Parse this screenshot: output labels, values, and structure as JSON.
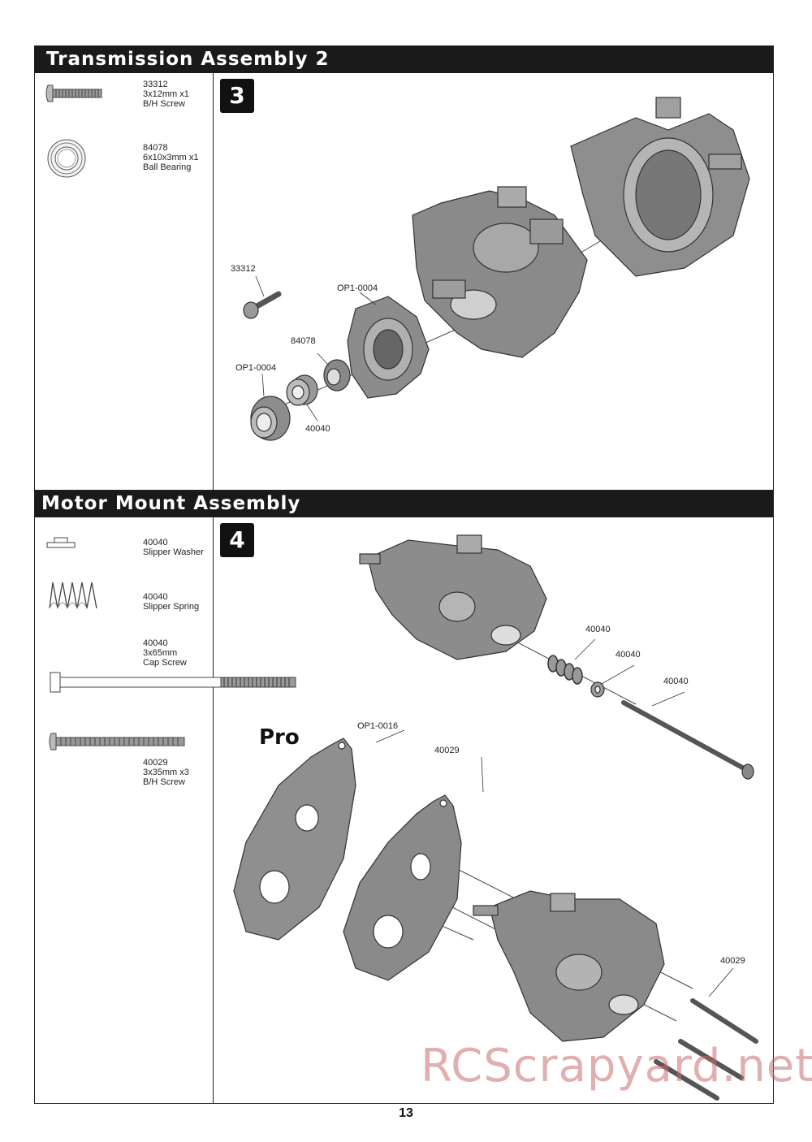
{
  "sections": [
    {
      "title": "Transmission Assembly 2",
      "step": "3",
      "parts": [
        {
          "lines": [
            "33312",
            "3x12mm x1",
            "B/H Screw"
          ],
          "icon": "screw-icon"
        },
        {
          "lines": [
            "84078",
            "6x10x3mm x1",
            "Ball Bearing"
          ],
          "icon": "bearing-icon"
        }
      ],
      "callouts": [
        "33312",
        "OP1-0004",
        "84078",
        "OP1-0004",
        "40040"
      ]
    },
    {
      "title": "Motor Mount Assembly",
      "step": "4",
      "parts": [
        {
          "lines": [
            "40040",
            "Slipper Washer"
          ],
          "icon": "washer-icon"
        },
        {
          "lines": [
            "40040",
            "Slipper Spring"
          ],
          "icon": "spring-icon"
        },
        {
          "lines": [
            "40040",
            "3x65mm",
            "Cap Screw"
          ],
          "icon": "cap-screw-icon"
        },
        {
          "lines": [
            "40029",
            "3x35mm x3",
            "B/H Screw"
          ],
          "icon": "bh-screw-icon"
        }
      ],
      "callouts": [
        "40040",
        "40040",
        "40040",
        "OP1-0016",
        "40029",
        "40029"
      ],
      "pro_label": "Pro"
    }
  ],
  "page_number": "13",
  "watermark": "RCScrapyard.net",
  "colors": {
    "header_bg": "#1a1a1a",
    "part_gray": "#8a8a8a",
    "watermark": "#c86e6e"
  }
}
